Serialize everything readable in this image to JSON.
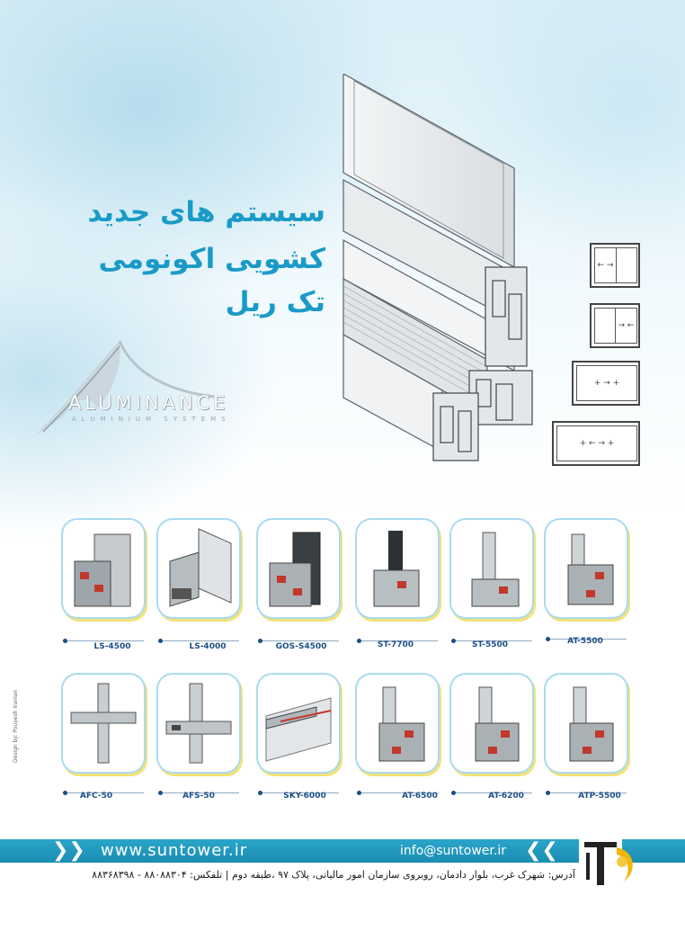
{
  "headline": {
    "line1": "سیستم های جدید",
    "line2": "کشویی  اکونومی",
    "line3": "تک ریل"
  },
  "brand": {
    "name": "ALUMINANCE",
    "tagline": "ALUMINIUM SYSTEMS",
    "accent": "#1a9bc7"
  },
  "window_types": [
    {
      "arrows": "← →"
    },
    {
      "arrows": "→ ←"
    },
    {
      "arrows": "+ → +"
    },
    {
      "arrows": "+ ← → +"
    }
  ],
  "products_row1": [
    "LS-4500",
    "LS-4000",
    "GOS-S4500",
    "ST-7700",
    "ST-5500",
    "AT-5500"
  ],
  "products_row2": [
    "AFC-50",
    "AFS-50",
    "SKY-6000",
    "AT-6500",
    "AT-6200",
    "ATP-5500"
  ],
  "credit": "Design by: Pouyesh Iranian",
  "footer": {
    "website": "www.suntower.ir",
    "email": "info@suntower.ir",
    "address": "آدرس: شهرک غرب، بلوار دادمان، روبروی سازمان امور مالیاتی، پلاک ۹۷ ،طبقه دوم | تلفکس: ۸۸۰۸۸۳۰۴ - ۸۸۳۶۸۳۹۸"
  }
}
